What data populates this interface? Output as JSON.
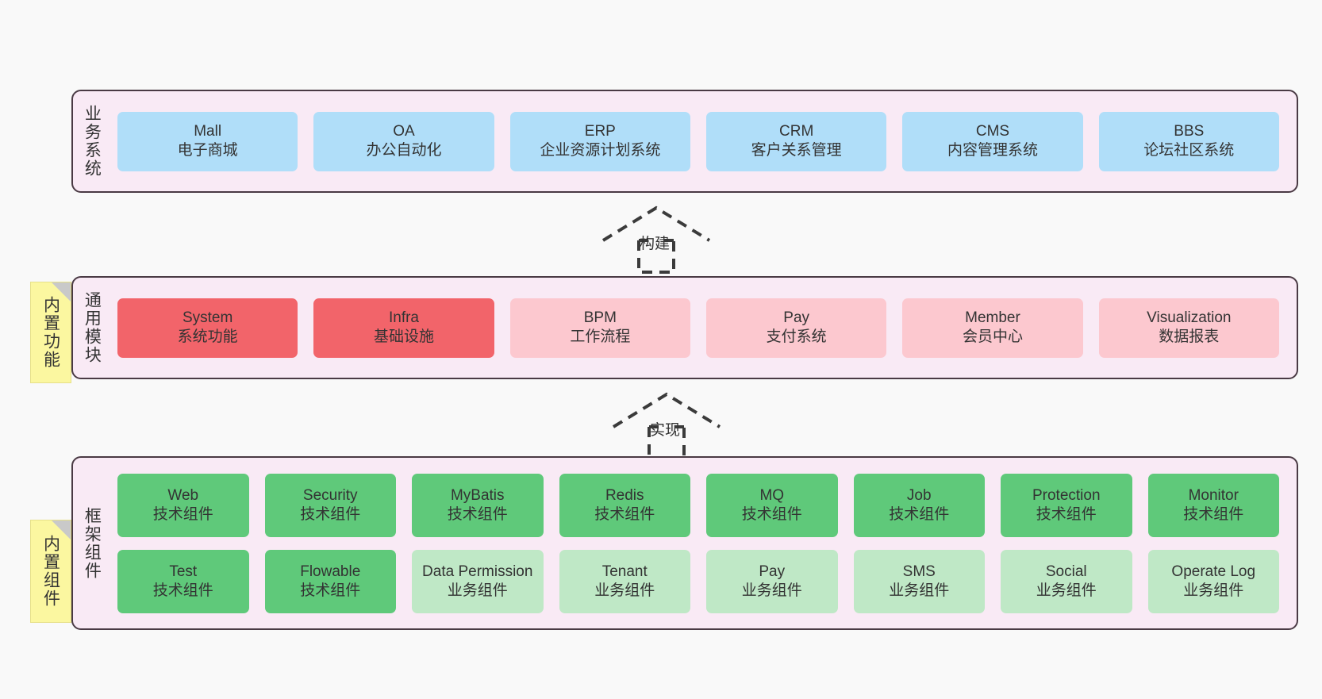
{
  "layers": [
    {
      "id": "business",
      "title": "业务系统",
      "rows": [
        {
          "cards": [
            {
              "name": "Mall",
              "sub": "电子商城",
              "color": "#b0def9"
            },
            {
              "name": "OA",
              "sub": "办公自动化",
              "color": "#b0def9"
            },
            {
              "name": "ERP",
              "sub": "企业资源计划系统",
              "color": "#b0def9"
            },
            {
              "name": "CRM",
              "sub": "客户关系管理",
              "color": "#b0def9"
            },
            {
              "name": "CMS",
              "sub": "内容管理系统",
              "color": "#b0def9"
            },
            {
              "name": "BBS",
              "sub": "论坛社区系统",
              "color": "#b0def9"
            }
          ]
        }
      ]
    },
    {
      "id": "common",
      "title": "通用模块",
      "rows": [
        {
          "cards": [
            {
              "name": "System",
              "sub": "系统功能",
              "color": "#f2646a"
            },
            {
              "name": "Infra",
              "sub": "基础设施",
              "color": "#f2646a"
            },
            {
              "name": "BPM",
              "sub": "工作流程",
              "color": "#fcc8cf"
            },
            {
              "name": "Pay",
              "sub": "支付系统",
              "color": "#fcc8cf"
            },
            {
              "name": "Member",
              "sub": "会员中心",
              "color": "#fcc8cf"
            },
            {
              "name": "Visualization",
              "sub": "数据报表",
              "color": "#fcc8cf"
            }
          ]
        }
      ]
    },
    {
      "id": "framework",
      "title": "框架组件",
      "rows": [
        {
          "cards": [
            {
              "name": "Web",
              "sub": "技术组件",
              "color": "#5fc97a"
            },
            {
              "name": "Security",
              "sub": "技术组件",
              "color": "#5fc97a"
            },
            {
              "name": "MyBatis",
              "sub": "技术组件",
              "color": "#5fc97a"
            },
            {
              "name": "Redis",
              "sub": "技术组件",
              "color": "#5fc97a"
            },
            {
              "name": "MQ",
              "sub": "技术组件",
              "color": "#5fc97a"
            },
            {
              "name": "Job",
              "sub": "技术组件",
              "color": "#5fc97a"
            },
            {
              "name": "Protection",
              "sub": "技术组件",
              "color": "#5fc97a"
            },
            {
              "name": "Monitor",
              "sub": "技术组件",
              "color": "#5fc97a"
            }
          ]
        },
        {
          "cards": [
            {
              "name": "Test",
              "sub": "技术组件",
              "color": "#5fc97a"
            },
            {
              "name": "Flowable",
              "sub": "技术组件",
              "color": "#5fc97a"
            },
            {
              "name": "Data Permission",
              "sub": "业务组件",
              "color": "#bfe8c6"
            },
            {
              "name": "Tenant",
              "sub": "业务组件",
              "color": "#bfe8c6"
            },
            {
              "name": "Pay",
              "sub": "业务组件",
              "color": "#bfe8c6"
            },
            {
              "name": "SMS",
              "sub": "业务组件",
              "color": "#bfe8c6"
            },
            {
              "name": "Social",
              "sub": "业务组件",
              "color": "#bfe8c6"
            },
            {
              "name": "Operate Log",
              "sub": "业务组件",
              "color": "#bfe8c6"
            }
          ]
        }
      ]
    }
  ],
  "notes": [
    {
      "id": "builtin-function",
      "text": "内置功能"
    },
    {
      "id": "builtin-component",
      "text": "内置组件"
    }
  ],
  "arrows": [
    {
      "id": "build",
      "label": "构建"
    },
    {
      "id": "implement",
      "label": "实现"
    }
  ],
  "colors": {
    "layer_background": "#f9eaf5",
    "layer_border": "#4a3a44",
    "business_card": "#b0def9",
    "common_primary": "#f2646a",
    "common_secondary": "#fcc8cf",
    "framework_tech": "#5fc97a",
    "framework_business": "#bfe8c6",
    "note": "#fbf7a0",
    "note_fold": "#c9c9c9",
    "canvas": "#f9f9f9",
    "text": "#333333"
  }
}
